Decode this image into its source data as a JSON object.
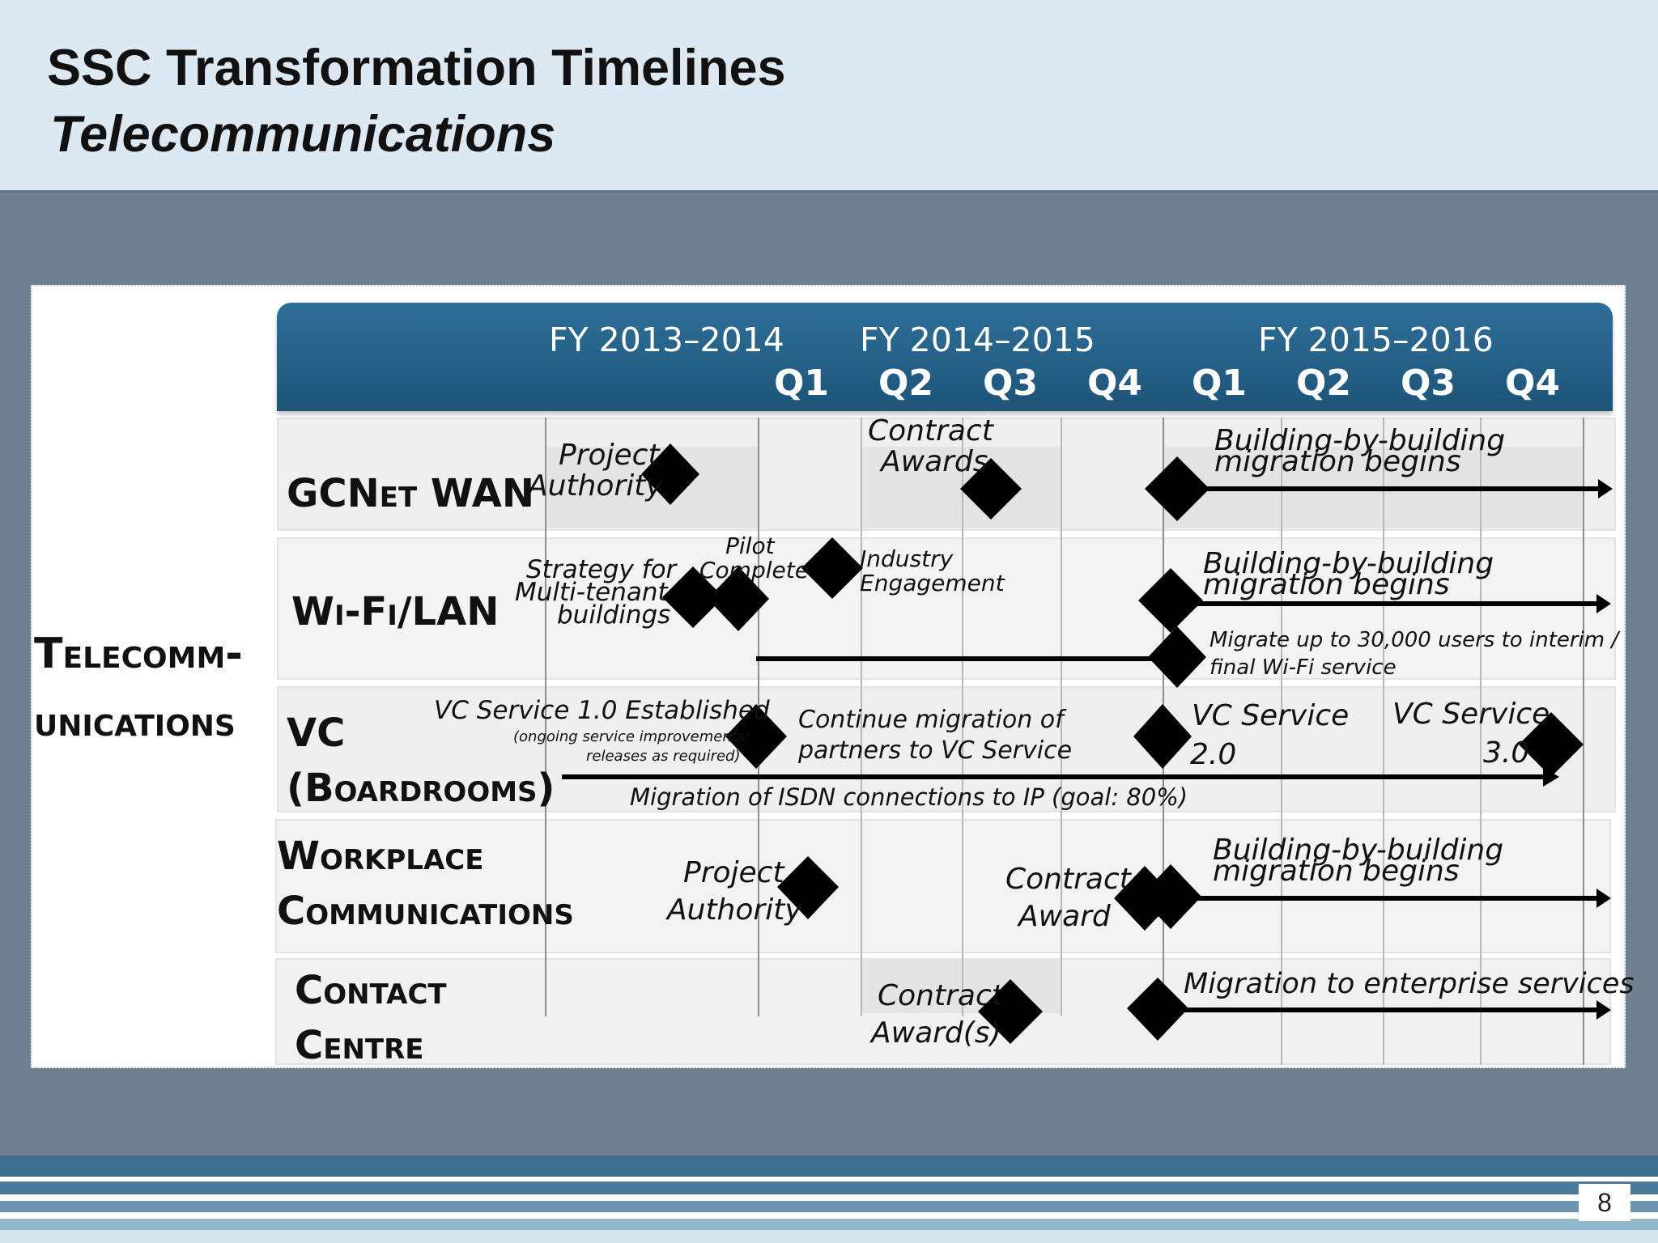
{
  "slide": {
    "title": "SSC Transformation Timelines",
    "subtitle": "Telecommunications",
    "page_number": "8"
  },
  "timeline": {
    "fiscal_years": [
      "FY 2013–2014",
      "FY 2014–2015",
      "FY 2015–2016"
    ],
    "quarters": [
      "Q1",
      "Q2",
      "Q3",
      "Q4",
      "Q1",
      "Q2",
      "Q3",
      "Q4"
    ],
    "side_label": [
      "Telecomm-",
      "unications"
    ],
    "rows": {
      "gcnet": {
        "label": "GCNet WAN",
        "project_authority": [
          "Project",
          "Authority"
        ],
        "contract_awards": [
          "Contract",
          "Awards"
        ],
        "migration": [
          "Building-by-building",
          "migration begins"
        ]
      },
      "wifi": {
        "label": "Wi-Fi/LAN",
        "strategy": [
          "Strategy for",
          "Multi-tenant",
          "buildings"
        ],
        "pilot": [
          "Pilot",
          "Complete"
        ],
        "industry": [
          "Industry",
          "Engagement"
        ],
        "migration": [
          "Building-by-building",
          "migration begins"
        ],
        "migrate_users": [
          "Migrate up to 30,000 users to interim /",
          "final Wi-Fi service"
        ]
      },
      "vc": {
        "label": [
          "VC",
          "(Boardrooms)"
        ],
        "established": "VC Service 1.0 Established",
        "ongoing": [
          "(ongoing service improvements;",
          "releases as required)"
        ],
        "continue": [
          "Continue migration of",
          "partners to VC Service"
        ],
        "vc2": [
          "VC Service",
          "2.0"
        ],
        "vc3": [
          "VC Service",
          "3.0"
        ],
        "isdn": "Migration of ISDN connections to IP (goal: 80%)"
      },
      "workplace": {
        "label": [
          "Workplace",
          "Communications"
        ],
        "project_authority": [
          "Project",
          "Authority"
        ],
        "contract_award": [
          "Contract",
          "Award"
        ],
        "migration": [
          "Building-by-building",
          "migration begins"
        ]
      },
      "contact": {
        "label": [
          "Contact",
          "Centre"
        ],
        "contract_awards": [
          "Contract",
          "Award(s)"
        ],
        "migration": "Migration to enterprise services"
      }
    }
  },
  "colors": {
    "header_bg": "#dce9f2",
    "slide_bg": "#6f8190",
    "band": "#1d5478"
  }
}
